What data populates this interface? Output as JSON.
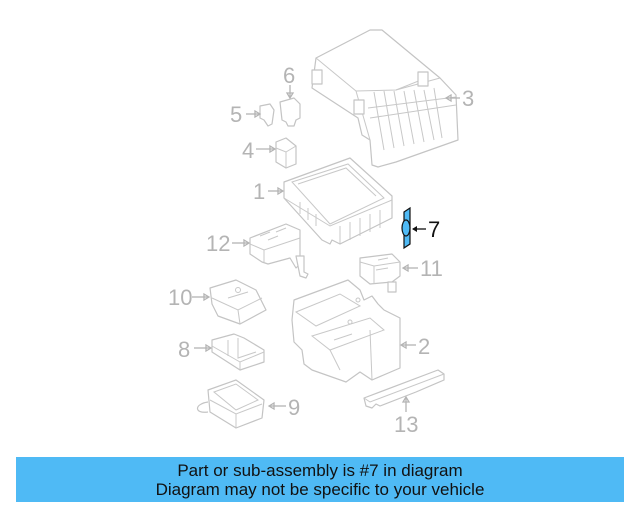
{
  "diagram": {
    "highlighted_part": "7",
    "highlight_color": "#4fbaf5",
    "callouts": [
      {
        "id": "1",
        "label": "1"
      },
      {
        "id": "2",
        "label": "2"
      },
      {
        "id": "3",
        "label": "3"
      },
      {
        "id": "4",
        "label": "4"
      },
      {
        "id": "5",
        "label": "5"
      },
      {
        "id": "6",
        "label": "6"
      },
      {
        "id": "7",
        "label": "7"
      },
      {
        "id": "8",
        "label": "8"
      },
      {
        "id": "9",
        "label": "9"
      },
      {
        "id": "10",
        "label": "10"
      },
      {
        "id": "11",
        "label": "11"
      },
      {
        "id": "12",
        "label": "12"
      },
      {
        "id": "13",
        "label": "13"
      }
    ]
  },
  "banner": {
    "line1": "Part or sub-assembly is #7 in diagram",
    "line2": "Diagram may not be specific to your vehicle",
    "background": "#4fbaf5"
  }
}
